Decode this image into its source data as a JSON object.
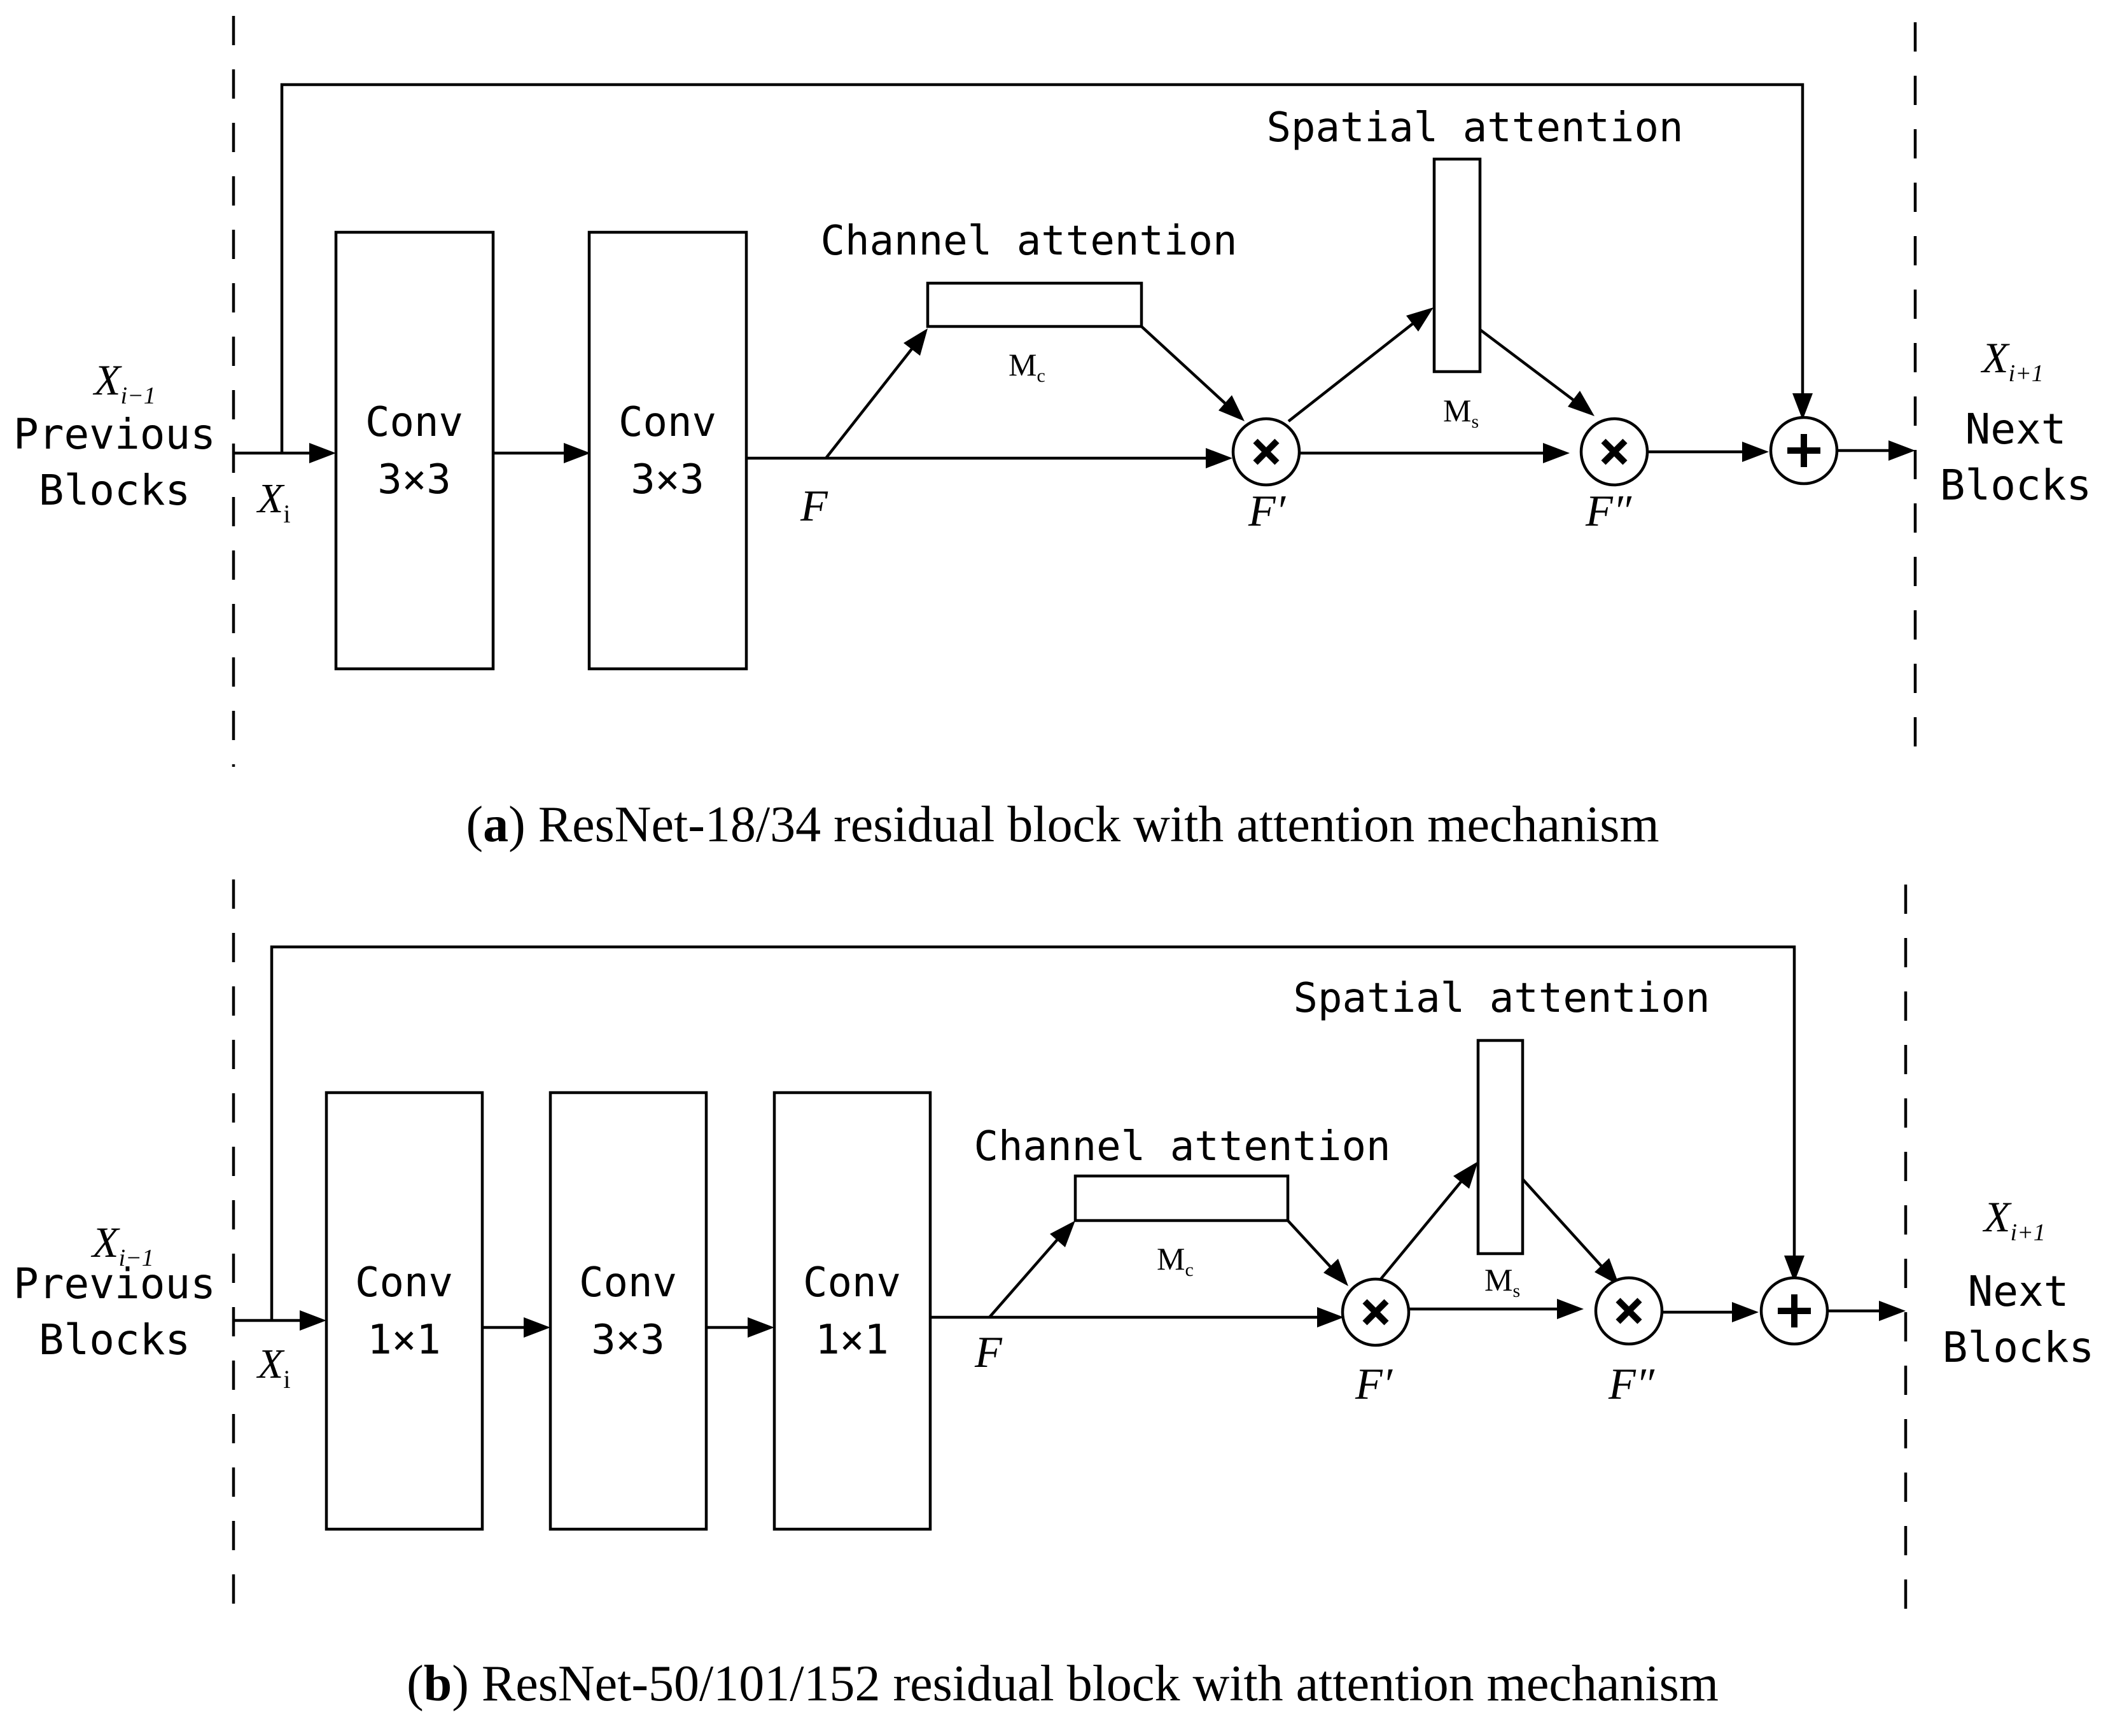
{
  "panel_a": {
    "input_symbol": "X",
    "input_subscript": "i−1",
    "input_label_1": "Previous",
    "input_label_2": "Blocks",
    "xi_symbol": "X",
    "xi_subscript": "i",
    "conv1_line1": "Conv",
    "conv1_line2": "3×3",
    "conv2_line1": "Conv",
    "conv2_line2": "3×3",
    "f_label": "F",
    "channel_attention_label": "Channel attention",
    "mc_symbol": "M",
    "mc_subscript": "c",
    "f_prime_label": "F′",
    "spatial_attention_label": "Spatial attention",
    "ms_symbol": "M",
    "ms_subscript": "s",
    "f_double_prime_label": "F″",
    "output_symbol": "X",
    "output_subscript": "i+1",
    "output_label_1": "Next",
    "output_label_2": "Blocks",
    "caption_letter": "a",
    "caption_text": "ResNet-18/34 residual block with attention mechanism"
  },
  "panel_b": {
    "input_symbol": "X",
    "input_subscript": "i−1",
    "input_label_1": "Previous",
    "input_label_2": "Blocks",
    "xi_symbol": "X",
    "xi_subscript": "i",
    "conv1_line1": "Conv",
    "conv1_line2": "1×1",
    "conv2_line1": "Conv",
    "conv2_line2": "3×3",
    "conv3_line1": "Conv",
    "conv3_line2": "1×1",
    "f_label": "F",
    "channel_attention_label": "Channel attention",
    "mc_symbol": "M",
    "mc_subscript": "c",
    "f_prime_label": "F′",
    "spatial_attention_label": "Spatial attention",
    "ms_symbol": "M",
    "ms_subscript": "s",
    "f_double_prime_label": "F″",
    "output_symbol": "X",
    "output_subscript": "i+1",
    "output_label_1": "Next",
    "output_label_2": "Blocks",
    "caption_letter": "b",
    "caption_text": "ResNet-50/101/152 residual block with attention mechanism"
  }
}
